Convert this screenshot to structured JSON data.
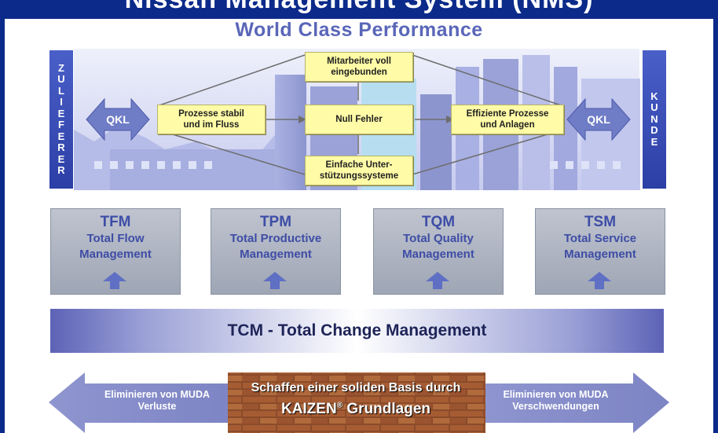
{
  "header": {
    "title": "Nissan Management System (NMS)"
  },
  "diagram": {
    "headline": "World Class Performance",
    "left_bar": "ZULIEFERER",
    "right_bar": "KUNDE",
    "qkl": "QKL",
    "boxes": {
      "mitarbeiter": [
        "Mitarbeiter voll",
        "eingebunden"
      ],
      "prozesse": [
        "Prozesse stabil",
        "und im Fluss"
      ],
      "null": "Null Fehler",
      "effizient": [
        "Effiziente Prozesse",
        "und Anlagen"
      ],
      "einfach": [
        "Einfache Unter-",
        "stützungssysteme"
      ]
    }
  },
  "pillars": [
    {
      "abbr": "TFM",
      "line1": "Total Flow",
      "line2": "Management"
    },
    {
      "abbr": "TPM",
      "line1": "Total Productive",
      "line2": "Management"
    },
    {
      "abbr": "TQM",
      "line1": "Total Quality",
      "line2": "Management"
    },
    {
      "abbr": "TSM",
      "line1": "Total Service",
      "line2": "Management"
    }
  ],
  "tcm": "TCM - Total Change Management",
  "base": {
    "line1": "Schaffen einer soliden Basis durch",
    "line2a": "KAIZEN",
    "reg": "®",
    "line2b": " Grundlagen",
    "left": [
      "Eliminieren von MUDA",
      "Verluste"
    ],
    "right": [
      "Eliminieren von MUDA",
      "Verschwendungen"
    ]
  },
  "colors": {
    "frame": "#0b2a8a",
    "accent": "#5a66b8",
    "note": "#fffba6"
  }
}
